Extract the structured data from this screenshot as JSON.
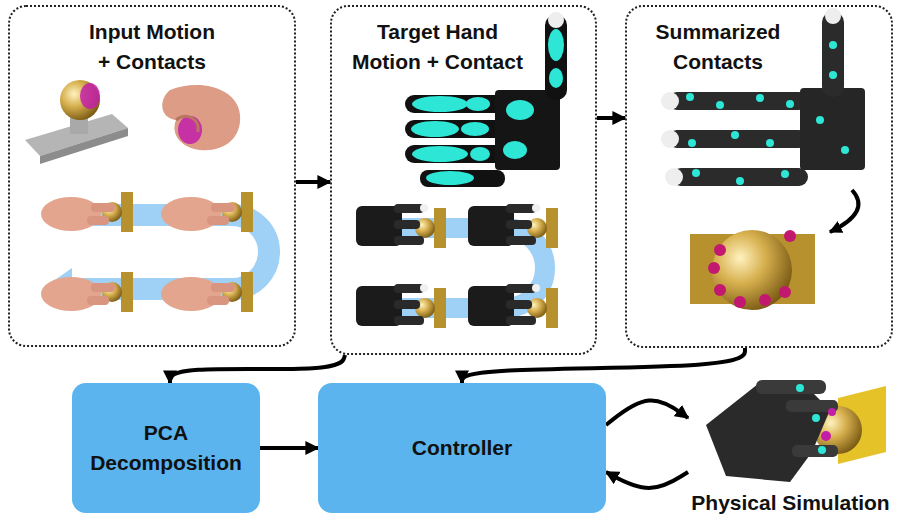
{
  "diagram": {
    "nodes": [
      {
        "text": [
          "Input Motion + Contacts"
        ]
      },
      {
        "text": [
          "Target Hand Motion + Contact"
        ]
      },
      {
        "text": [
          "Summarized Contacts"
        ]
      },
      {
        "text": [
          "PCA Decomposition"
        ]
      },
      {
        "text": [
          "Controller"
        ]
      },
      {
        "text": [
          "Physical Simulation"
        ]
      }
    ],
    "edges": [
      {
        "from": 0,
        "to": 1,
        "arrow": "to"
      },
      {
        "from": 1,
        "to": 2,
        "arrow": "to"
      },
      {
        "from": 1,
        "to": 3,
        "arrow": "to"
      },
      {
        "from": 2,
        "to": 4,
        "arrow": "to"
      },
      {
        "from": 3,
        "to": 4,
        "arrow": "to"
      },
      {
        "from": 4,
        "to": 5,
        "arrow": "to"
      },
      {
        "from": 5,
        "to": 4,
        "arrow": "to"
      }
    ]
  }
}
